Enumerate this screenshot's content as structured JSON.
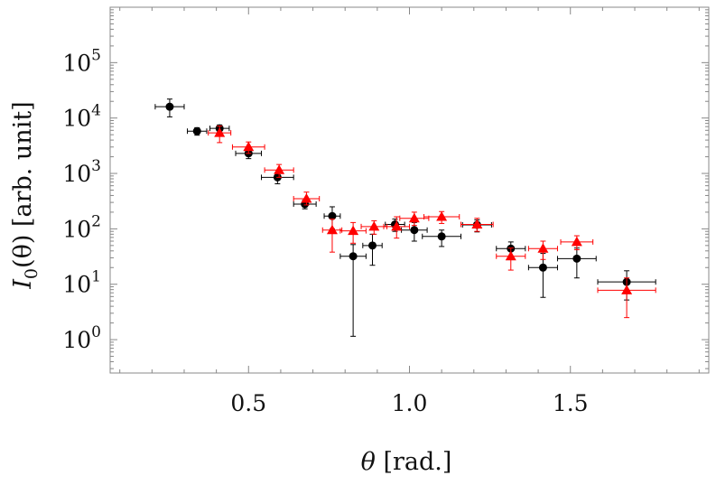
{
  "chart_data": {
    "type": "scatter",
    "title": "",
    "xlabel": "θ [rad.]",
    "ylabel": "I0(θ) [arb. unit]",
    "ylabel_parts": {
      "symbol": "I",
      "subscript": "0",
      "rest": "(θ) [arb. unit]"
    },
    "xlabel_parts": {
      "symbol": "θ",
      "rest": " [rad.]"
    },
    "xlim": [
      0.07,
      1.93
    ],
    "ylim": [
      0.25,
      1000000
    ],
    "yscale": "log",
    "grid": false,
    "legend": "none",
    "xticks": [
      {
        "value": 0.5,
        "label": "0.5"
      },
      {
        "value": 1.0,
        "label": "1.0"
      },
      {
        "value": 1.5,
        "label": "1.5"
      }
    ],
    "yticks": [
      {
        "value": 1,
        "mantissa": "10",
        "exponent": "0"
      },
      {
        "value": 10,
        "mantissa": "10",
        "exponent": "1"
      },
      {
        "value": 100,
        "mantissa": "10",
        "exponent": "2"
      },
      {
        "value": 1000,
        "mantissa": "10",
        "exponent": "3"
      },
      {
        "value": 10000,
        "mantissa": "10",
        "exponent": "4"
      },
      {
        "value": 100000,
        "mantissa": "10",
        "exponent": "5"
      }
    ],
    "series": [
      {
        "marker": "circle",
        "color": "#000000",
        "points": [
          {
            "x": 0.255,
            "y": 16000,
            "xerr": 0.045,
            "ylo": 10500,
            "yhi": 22000
          },
          {
            "x": 0.34,
            "y": 5800,
            "xerr": 0.03,
            "ylo": 4900,
            "yhi": 6700
          },
          {
            "x": 0.41,
            "y": 6500,
            "xerr": 0.03,
            "ylo": 5500,
            "yhi": 7500
          },
          {
            "x": 0.5,
            "y": 2300,
            "xerr": 0.04,
            "ylo": 1850,
            "yhi": 2750
          },
          {
            "x": 0.59,
            "y": 850,
            "xerr": 0.05,
            "ylo": 650,
            "yhi": 1050
          },
          {
            "x": 0.675,
            "y": 280,
            "xerr": 0.035,
            "ylo": 230,
            "yhi": 330
          },
          {
            "x": 0.76,
            "y": 170,
            "xerr": 0.025,
            "ylo": 100,
            "yhi": 250
          },
          {
            "x": 0.825,
            "y": 32,
            "xerr": 0.04,
            "ylo": 1.15,
            "yhi": 52
          },
          {
            "x": 0.885,
            "y": 50,
            "xerr": 0.03,
            "ylo": 22,
            "yhi": 80
          },
          {
            "x": 0.955,
            "y": 120,
            "xerr": 0.03,
            "ylo": 90,
            "yhi": 150
          },
          {
            "x": 1.015,
            "y": 95,
            "xerr": 0.04,
            "ylo": 60,
            "yhi": 130
          },
          {
            "x": 1.1,
            "y": 73,
            "xerr": 0.06,
            "ylo": 48,
            "yhi": 95
          },
          {
            "x": 1.21,
            "y": 118,
            "xerr": 0.045,
            "ylo": 88,
            "yhi": 145
          },
          {
            "x": 1.315,
            "y": 44,
            "xerr": 0.045,
            "ylo": 32,
            "yhi": 58
          },
          {
            "x": 1.415,
            "y": 20,
            "xerr": 0.045,
            "ylo": 5.8,
            "yhi": 36
          },
          {
            "x": 1.52,
            "y": 29,
            "xerr": 0.06,
            "ylo": 13,
            "yhi": 45
          },
          {
            "x": 1.675,
            "y": 11,
            "xerr": 0.09,
            "ylo": 5.2,
            "yhi": 17.5
          }
        ]
      },
      {
        "marker": "triangle",
        "color": "#ff0000",
        "points": [
          {
            "x": 0.41,
            "y": 5400,
            "xerr": 0.035,
            "ylo": 3600,
            "yhi": 7200
          },
          {
            "x": 0.5,
            "y": 3000,
            "xerr": 0.05,
            "ylo": 2300,
            "yhi": 3700
          },
          {
            "x": 0.595,
            "y": 1150,
            "xerr": 0.045,
            "ylo": 850,
            "yhi": 1450
          },
          {
            "x": 0.68,
            "y": 350,
            "xerr": 0.04,
            "ylo": 270,
            "yhi": 460
          },
          {
            "x": 0.76,
            "y": 95,
            "xerr": 0.03,
            "ylo": 38,
            "yhi": 150
          },
          {
            "x": 0.825,
            "y": 92,
            "xerr": 0.04,
            "ylo": 55,
            "yhi": 130
          },
          {
            "x": 0.89,
            "y": 110,
            "xerr": 0.04,
            "ylo": 80,
            "yhi": 140
          },
          {
            "x": 0.96,
            "y": 110,
            "xerr": 0.04,
            "ylo": 68,
            "yhi": 165
          },
          {
            "x": 1.015,
            "y": 155,
            "xerr": 0.045,
            "ylo": 115,
            "yhi": 200
          },
          {
            "x": 1.1,
            "y": 165,
            "xerr": 0.055,
            "ylo": 125,
            "yhi": 205
          },
          {
            "x": 1.21,
            "y": 120,
            "xerr": 0.05,
            "ylo": 90,
            "yhi": 155
          },
          {
            "x": 1.315,
            "y": 32,
            "xerr": 0.045,
            "ylo": 18,
            "yhi": 45
          },
          {
            "x": 1.415,
            "y": 44,
            "xerr": 0.045,
            "ylo": 28,
            "yhi": 60
          },
          {
            "x": 1.52,
            "y": 58,
            "xerr": 0.05,
            "ylo": 42,
            "yhi": 75
          },
          {
            "x": 1.675,
            "y": 7.8,
            "xerr": 0.09,
            "ylo": 2.5,
            "yhi": 13
          }
        ]
      }
    ]
  }
}
